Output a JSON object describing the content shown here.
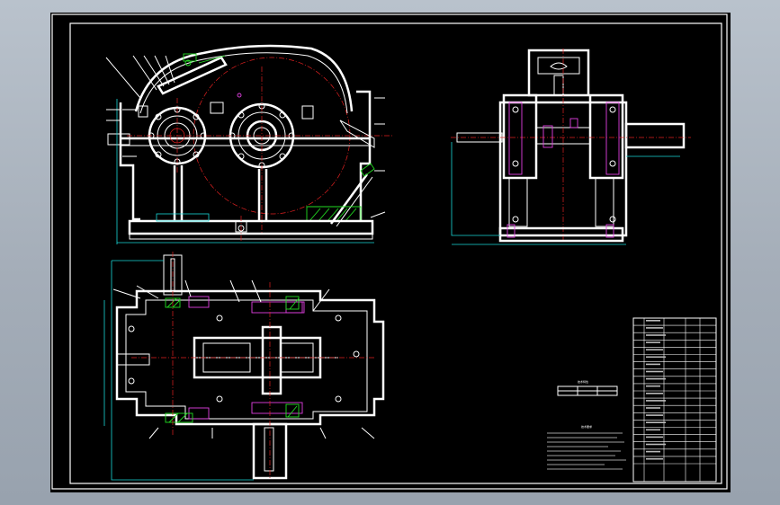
{
  "drawing": {
    "note_title": "技术要求",
    "spec_title": "技术特性",
    "title_block_rows": 20
  },
  "colors": {
    "outline": "#ffffff",
    "centerline": "#e02020",
    "dimension": "#19d6d6",
    "hatch_green": "#22dd22",
    "hatch_magenta": "#e040e0",
    "frame_background": "#000000",
    "window_background": "#a9b2bd"
  }
}
